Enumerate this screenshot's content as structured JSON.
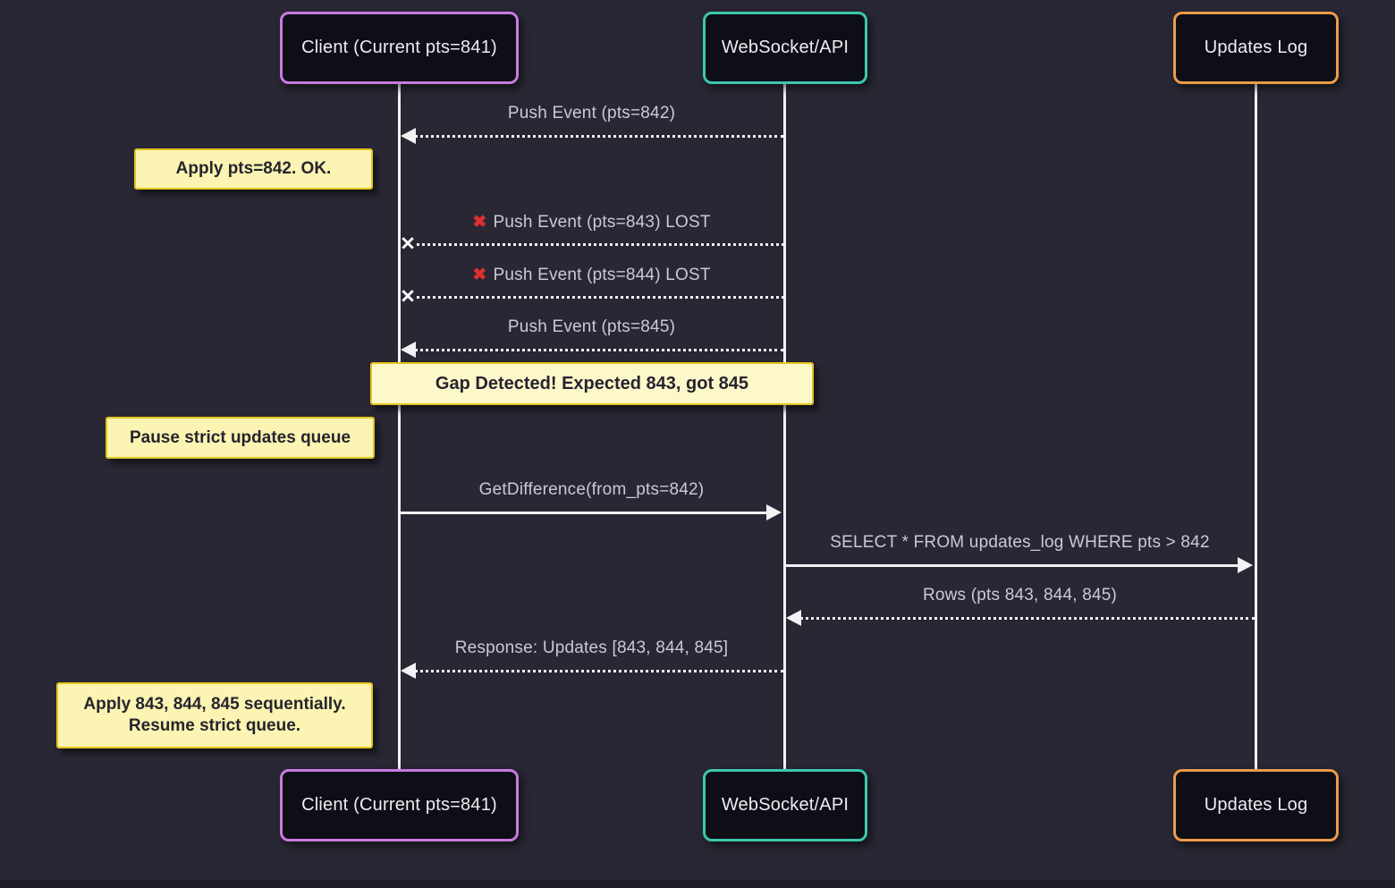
{
  "diagram_title": "Sequence diagram: client update-gap recovery via GetDifference",
  "colors": {
    "background": "#292734",
    "actor_fill": "#0e0e17",
    "actor_border_client": "#c97ae0",
    "actor_border_websocket": "#3cc6ad",
    "actor_border_updates_log": "#ea9c4a",
    "lifeline": "#f2f2f5",
    "message_text": "#c9cad6",
    "note_fill": "#fbf4b2",
    "note_border": "#e3c51f",
    "note_text": "#26242e",
    "error_red": "#d93030"
  },
  "actors": [
    {
      "id": "client",
      "label": "Client (Current pts=841)"
    },
    {
      "id": "websocket",
      "label": "WebSocket/API"
    },
    {
      "id": "updates_log",
      "label": "Updates Log"
    }
  ],
  "icons": {
    "error_x": "✖",
    "lost_x": "✕"
  },
  "messages": [
    {
      "from": "websocket",
      "to": "client",
      "style": "dashed",
      "label": "Push Event (pts=842)"
    },
    {
      "from": "websocket",
      "to": "client",
      "style": "dashed-lost",
      "label": "Push Event (pts=843) LOST"
    },
    {
      "from": "websocket",
      "to": "client",
      "style": "dashed-lost",
      "label": "Push Event (pts=844) LOST"
    },
    {
      "from": "websocket",
      "to": "client",
      "style": "dashed",
      "label": "Push Event (pts=845)"
    },
    {
      "from": "client",
      "to": "websocket",
      "style": "solid",
      "label": "GetDifference(from_pts=842)"
    },
    {
      "from": "websocket",
      "to": "updates_log",
      "style": "solid",
      "label": "SELECT * FROM updates_log WHERE pts > 842"
    },
    {
      "from": "updates_log",
      "to": "websocket",
      "style": "dashed",
      "label": "Rows (pts 843, 844, 845)"
    },
    {
      "from": "websocket",
      "to": "client",
      "style": "dashed",
      "label": "Response: Updates [843, 844, 845]"
    }
  ],
  "notes": [
    {
      "position": "left of client",
      "text": "Apply pts=842. OK."
    },
    {
      "position": "over client and websocket",
      "text": "Gap Detected! Expected 843, got 845"
    },
    {
      "position": "left of client",
      "text": "Pause strict updates queue"
    },
    {
      "position": "left of client",
      "line1": "Apply 843, 844, 845 sequentially.",
      "line2": "Resume strict queue."
    }
  ]
}
